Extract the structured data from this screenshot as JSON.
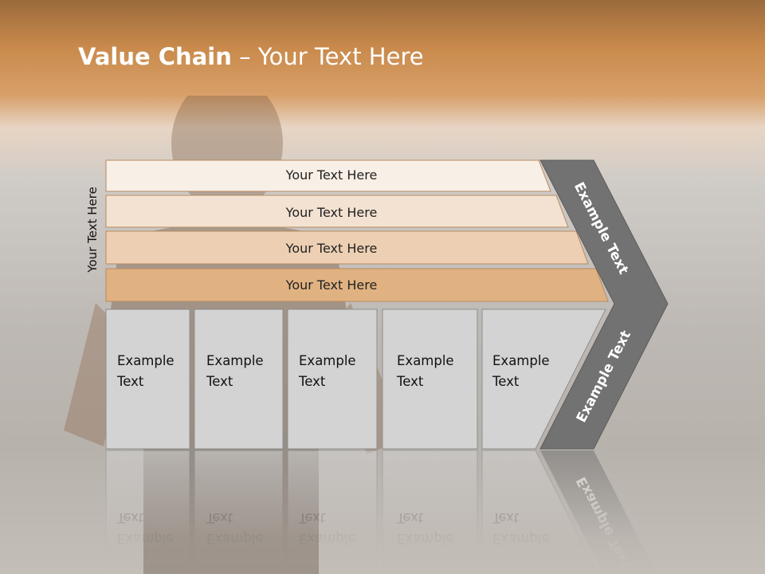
{
  "slide": {
    "title_bold": "Value Chain",
    "title_rest": " – Your Text Here",
    "side_label": "Your Text Here"
  },
  "support_bars": [
    {
      "label": "Your Text Here",
      "color": "#f8efe6"
    },
    {
      "label": "Your Text Here",
      "color": "#f3e2d1"
    },
    {
      "label": "Your Text Here",
      "color": "#edd0b3"
    },
    {
      "label": "Your Text Here",
      "color": "#e1b281"
    }
  ],
  "primary_boxes": [
    {
      "line1": "Example",
      "line2": "Text"
    },
    {
      "line1": "Example",
      "line2": "Text"
    },
    {
      "line1": "Example",
      "line2": "Text"
    },
    {
      "line1": "Example",
      "line2": "Text"
    },
    {
      "line1": "Example",
      "line2": "Text"
    }
  ],
  "chevron": {
    "upper_label": "Example Text",
    "lower_label": "Example Text",
    "color": "#727272"
  }
}
